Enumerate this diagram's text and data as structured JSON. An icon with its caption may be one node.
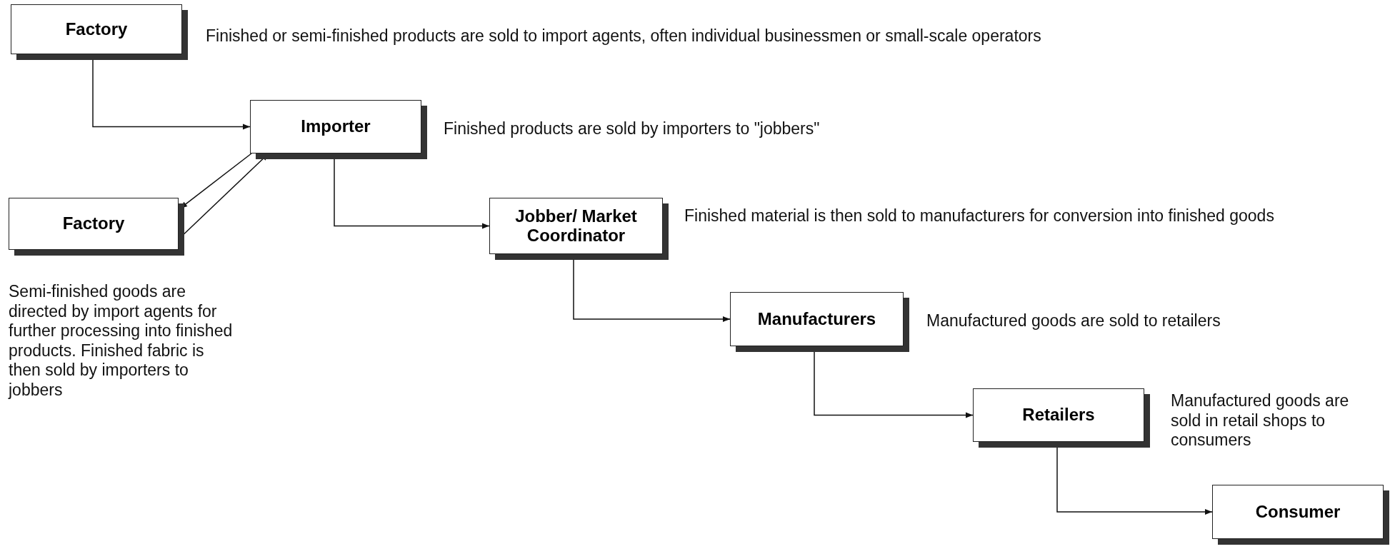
{
  "diagram": {
    "nodes": [
      {
        "text": [
          "Factory"
        ],
        "beside": [
          "Finished or semi-finished products are sold to import agents, often individual businessmen or small-scale operators"
        ]
      },
      {
        "text": [
          "Importer"
        ],
        "beside": [
          "Finished products are sold by importers to \"jobbers\""
        ]
      },
      {
        "text": [
          "Factory"
        ],
        "beside": [
          "Semi-finished goods are directed by import agents for further processing into finished products. Finished fabric is then sold by importers to jobbers"
        ]
      },
      {
        "text": [
          "Jobber/ Market Coordinator"
        ],
        "beside": [
          "Finished material is then sold to manufacturers for conversion into finished goods"
        ]
      },
      {
        "text": [
          "Manufacturers"
        ],
        "beside": [
          "Manufactured goods are sold to retailers"
        ]
      },
      {
        "text": [
          "Retailers"
        ],
        "beside": [
          "Manufactured goods are sold in retail shops to consumers"
        ]
      },
      {
        "text": [
          "Consumer"
        ]
      }
    ],
    "edges": [
      {
        "from": 0,
        "to": 1,
        "arrow": "to"
      },
      {
        "from": 1,
        "to": 2,
        "arrow": "to"
      },
      {
        "from": 2,
        "to": 1,
        "arrow": "to"
      },
      {
        "from": 1,
        "to": 3,
        "arrow": "to"
      },
      {
        "from": 3,
        "to": 4,
        "arrow": "to"
      },
      {
        "from": 4,
        "to": 5,
        "arrow": "to"
      },
      {
        "from": 5,
        "to": 6,
        "arrow": "to"
      }
    ]
  }
}
